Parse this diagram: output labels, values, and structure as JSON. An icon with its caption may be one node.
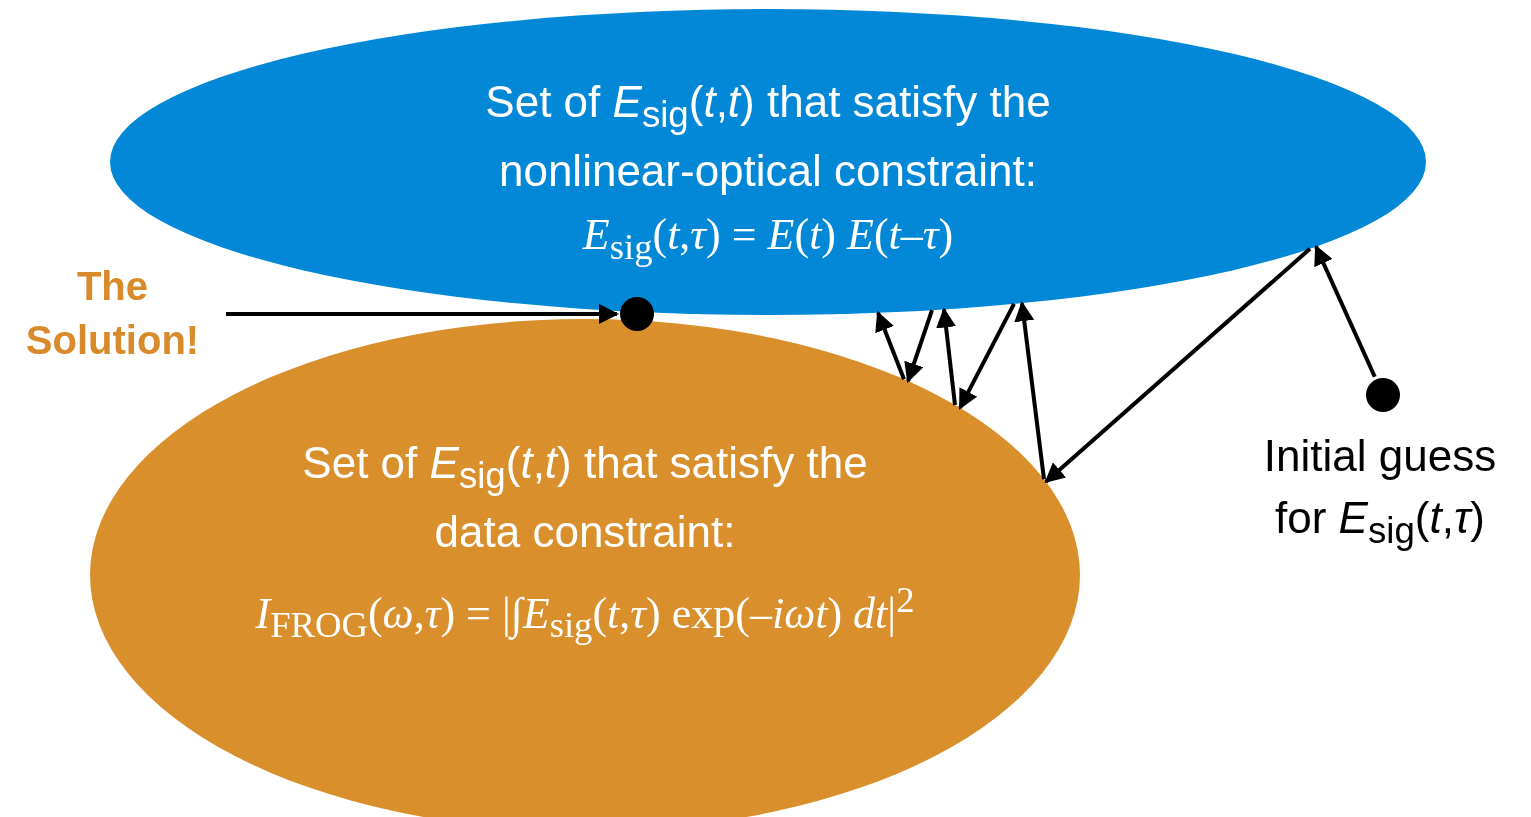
{
  "diagram": {
    "nodes": [
      {
        "text": [
          "Set of *E*$_{sig}$(*t*,*t*) that satisfy the nonlinear-optical constraint:",
          "*E*$_{sig}$(*t*,*τ*) = *E*(*t*) *E*(*t*–*τ*)"
        ]
      },
      {
        "text": [
          "Set of *E*$_{sig}$(*t*,*t*) that satisfy the data constraint:",
          "*I*$_{FROG}$(*ω*,*τ*) = |∫*E*$_{sig}$(*t*,*τ*) exp(–*iωt*) *dt*|$^{2}$"
        ]
      },
      {
        "text": [
          "The Solution!"
        ]
      },
      {
        "text": [],
        "shape": "circle"
      },
      {
        "text": [],
        "shape": "circle",
        "beside": [
          "Initial guess for *E*$_{sig}$(*t*,*τ*)"
        ]
      }
    ],
    "edges": [
      {
        "from": 2,
        "to": 3,
        "arrow": "to"
      },
      {
        "from": 4,
        "to": 0,
        "arrow": "to"
      },
      {
        "from": 0,
        "to": 1,
        "arrow": "to"
      },
      {
        "from": 1,
        "to": 0,
        "arrow": "to"
      },
      {
        "from": 0,
        "to": 1,
        "arrow": "to"
      },
      {
        "from": 1,
        "to": 0,
        "arrow": "to"
      },
      {
        "from": 0,
        "to": 1,
        "arrow": "to"
      },
      {
        "from": 1,
        "to": 0,
        "arrow": "to"
      }
    ]
  }
}
